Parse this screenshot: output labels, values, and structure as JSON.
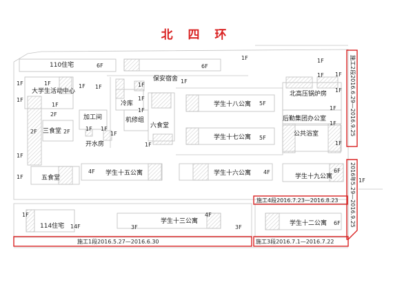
{
  "map": {
    "title": "北 四 环",
    "buildings": [
      {
        "id": "b1",
        "label": "110住宅",
        "floors": "6F"
      },
      {
        "id": "b2",
        "label": "保安宿舍",
        "floors": "6F"
      },
      {
        "id": "b3",
        "label": "大学生活动中心",
        "floors": "1F"
      },
      {
        "id": "b4",
        "label": "冷库"
      },
      {
        "id": "b5",
        "label": "加工间"
      },
      {
        "id": "b6",
        "label": "机修组"
      },
      {
        "id": "b7",
        "label": "六食堂"
      },
      {
        "id": "b8",
        "label": "开水房"
      },
      {
        "id": "b9",
        "label": "三食堂"
      },
      {
        "id": "b10",
        "label": "五食堂"
      },
      {
        "id": "b11",
        "label": "114住宅",
        "floors": "14F"
      },
      {
        "id": "b12",
        "label": "学生十八公寓",
        "floors": "5F"
      },
      {
        "id": "b13",
        "label": "学生十七公寓",
        "floors": "5F"
      },
      {
        "id": "b14",
        "label": "学生十六公寓",
        "floors": "4F"
      },
      {
        "id": "b15",
        "label": "学生十五公寓",
        "floors": "4F"
      },
      {
        "id": "b16",
        "label": "学生十三公寓",
        "floors": "4F"
      },
      {
        "id": "b17",
        "label": "北高压锅炉房"
      },
      {
        "id": "b18",
        "label": "后勤集团办公室"
      },
      {
        "id": "b19",
        "label": "公共浴室"
      },
      {
        "id": "b20",
        "label": "学生十九公寓",
        "floors": "6F"
      },
      {
        "id": "b21",
        "label": "学生十二公寓",
        "floors": "6F"
      }
    ],
    "extra_floor_labels": [
      "1F",
      "2F",
      "3F"
    ],
    "construction": [
      {
        "id": "s1",
        "label": "施工1段2016.5.27—2016.6.30"
      },
      {
        "id": "s2",
        "label": "施工2段2016.6.29—2016.9.25"
      },
      {
        "id": "s3",
        "label": "施工3段2016.7.1—2016.7.22"
      },
      {
        "id": "s4",
        "label": "施工4段2016.7.23—2016.8.23"
      },
      {
        "id": "s5",
        "label": "2016年5.29—2016.9.25"
      }
    ],
    "colors": {
      "accent": "#d92121",
      "outline": "#bfbfbf",
      "hatch": "#cfcfcf",
      "text": "#222222"
    }
  }
}
